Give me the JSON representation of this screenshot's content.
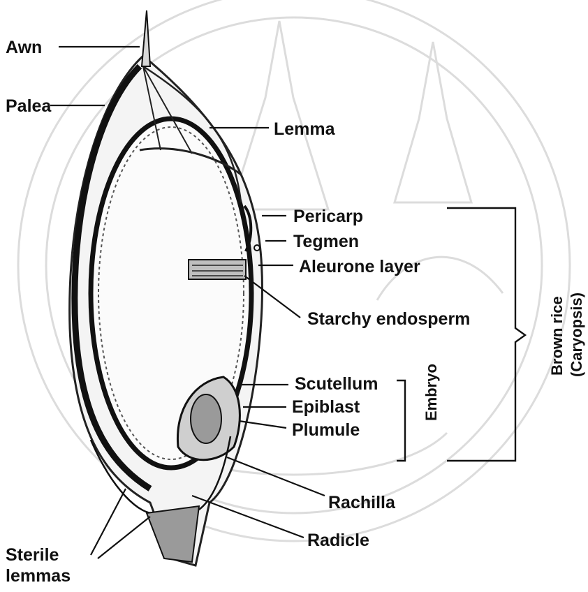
{
  "diagram": {
    "labels": {
      "awn": "Awn",
      "palea": "Palea",
      "lemma": "Lemma",
      "pericarp": "Pericarp",
      "tegmen": "Tegmen",
      "aleurone_layer": "Aleurone layer",
      "starchy_endosperm": "Starchy endosperm",
      "scutellum": "Scutellum",
      "epiblast": "Epiblast",
      "plumule": "Plumule",
      "rachilla": "Rachilla",
      "radicle": "Radicle",
      "sterile_lemmas_line1": "Sterile",
      "sterile_lemmas_line2": "lemmas"
    },
    "brackets": {
      "embryo": "Embryo",
      "brown_rice_line1": "Brown rice",
      "brown_rice_line2": "(Caryopsis)"
    }
  }
}
